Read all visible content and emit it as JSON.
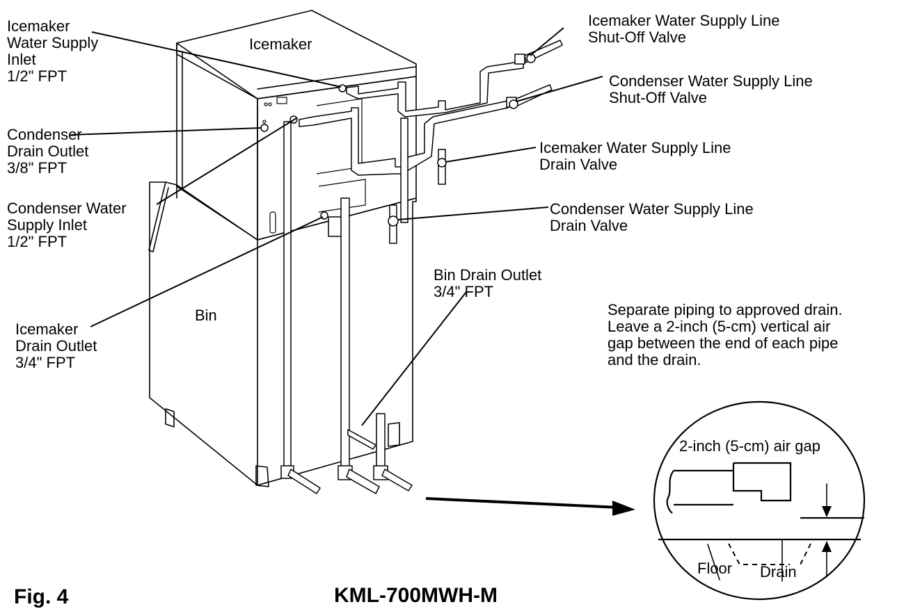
{
  "labels": {
    "icemaker": "Icemaker",
    "bin": "Bin",
    "icemaker_water_supply_inlet": "Icemaker\nWater Supply\nInlet\n1/2\" FPT",
    "condenser_drain_outlet": "Condenser\nDrain Outlet\n3/8\" FPT",
    "condenser_water_supply_inlet": "Condenser Water\nSupply Inlet\n1/2\" FPT",
    "icemaker_drain_outlet": "Icemaker\nDrain Outlet\n3/4\" FPT",
    "icemaker_supply_shutoff": "Icemaker Water Supply Line\nShut-Off Valve",
    "condenser_supply_shutoff": "Condenser Water Supply Line\nShut-Off Valve",
    "icemaker_supply_drain_valve": "Icemaker Water Supply Line\nDrain Valve",
    "condenser_supply_drain_valve": "Condenser Water Supply Line\nDrain Valve",
    "bin_drain_outlet": "Bin Drain Outlet\n3/4\" FPT",
    "piping_note": "Separate piping to approved drain.\nLeave a 2-inch (5-cm) vertical air\ngap between the end of each pipe\nand the drain.",
    "air_gap": "2-inch (5-cm) air gap",
    "floor": "Floor",
    "drain": "Drain"
  },
  "figure": {
    "fig_label": "Fig. 4",
    "model": "KML-700MWH-M"
  }
}
